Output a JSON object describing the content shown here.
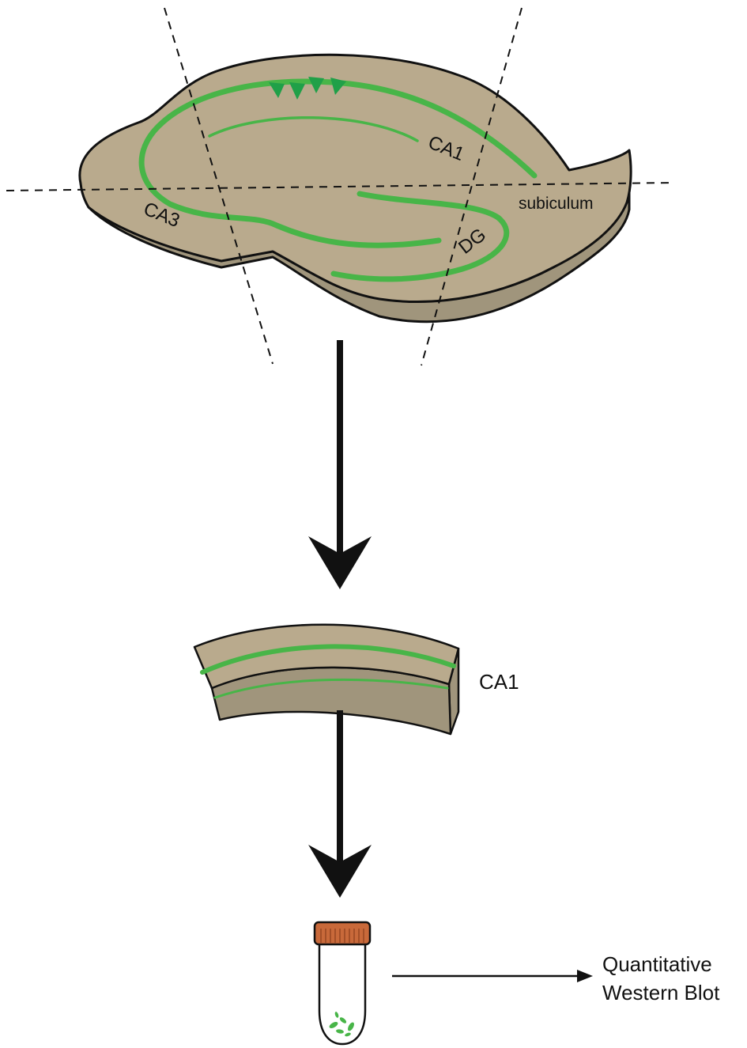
{
  "labels": {
    "ca1_slice": "CA1",
    "ca3": "CA3",
    "dg": "DG",
    "subiculum": "subiculum",
    "ca1_segment": "CA1",
    "output_line1": "Quantitative",
    "output_line2": "Western Blot"
  },
  "colors": {
    "tissue_top": "#b9aa8d",
    "tissue_side": "#a0957c",
    "cell_layer": "#48b548",
    "neuron_marker": "#20a048",
    "tube_cap": "#c8693a",
    "outline": "#111111"
  }
}
